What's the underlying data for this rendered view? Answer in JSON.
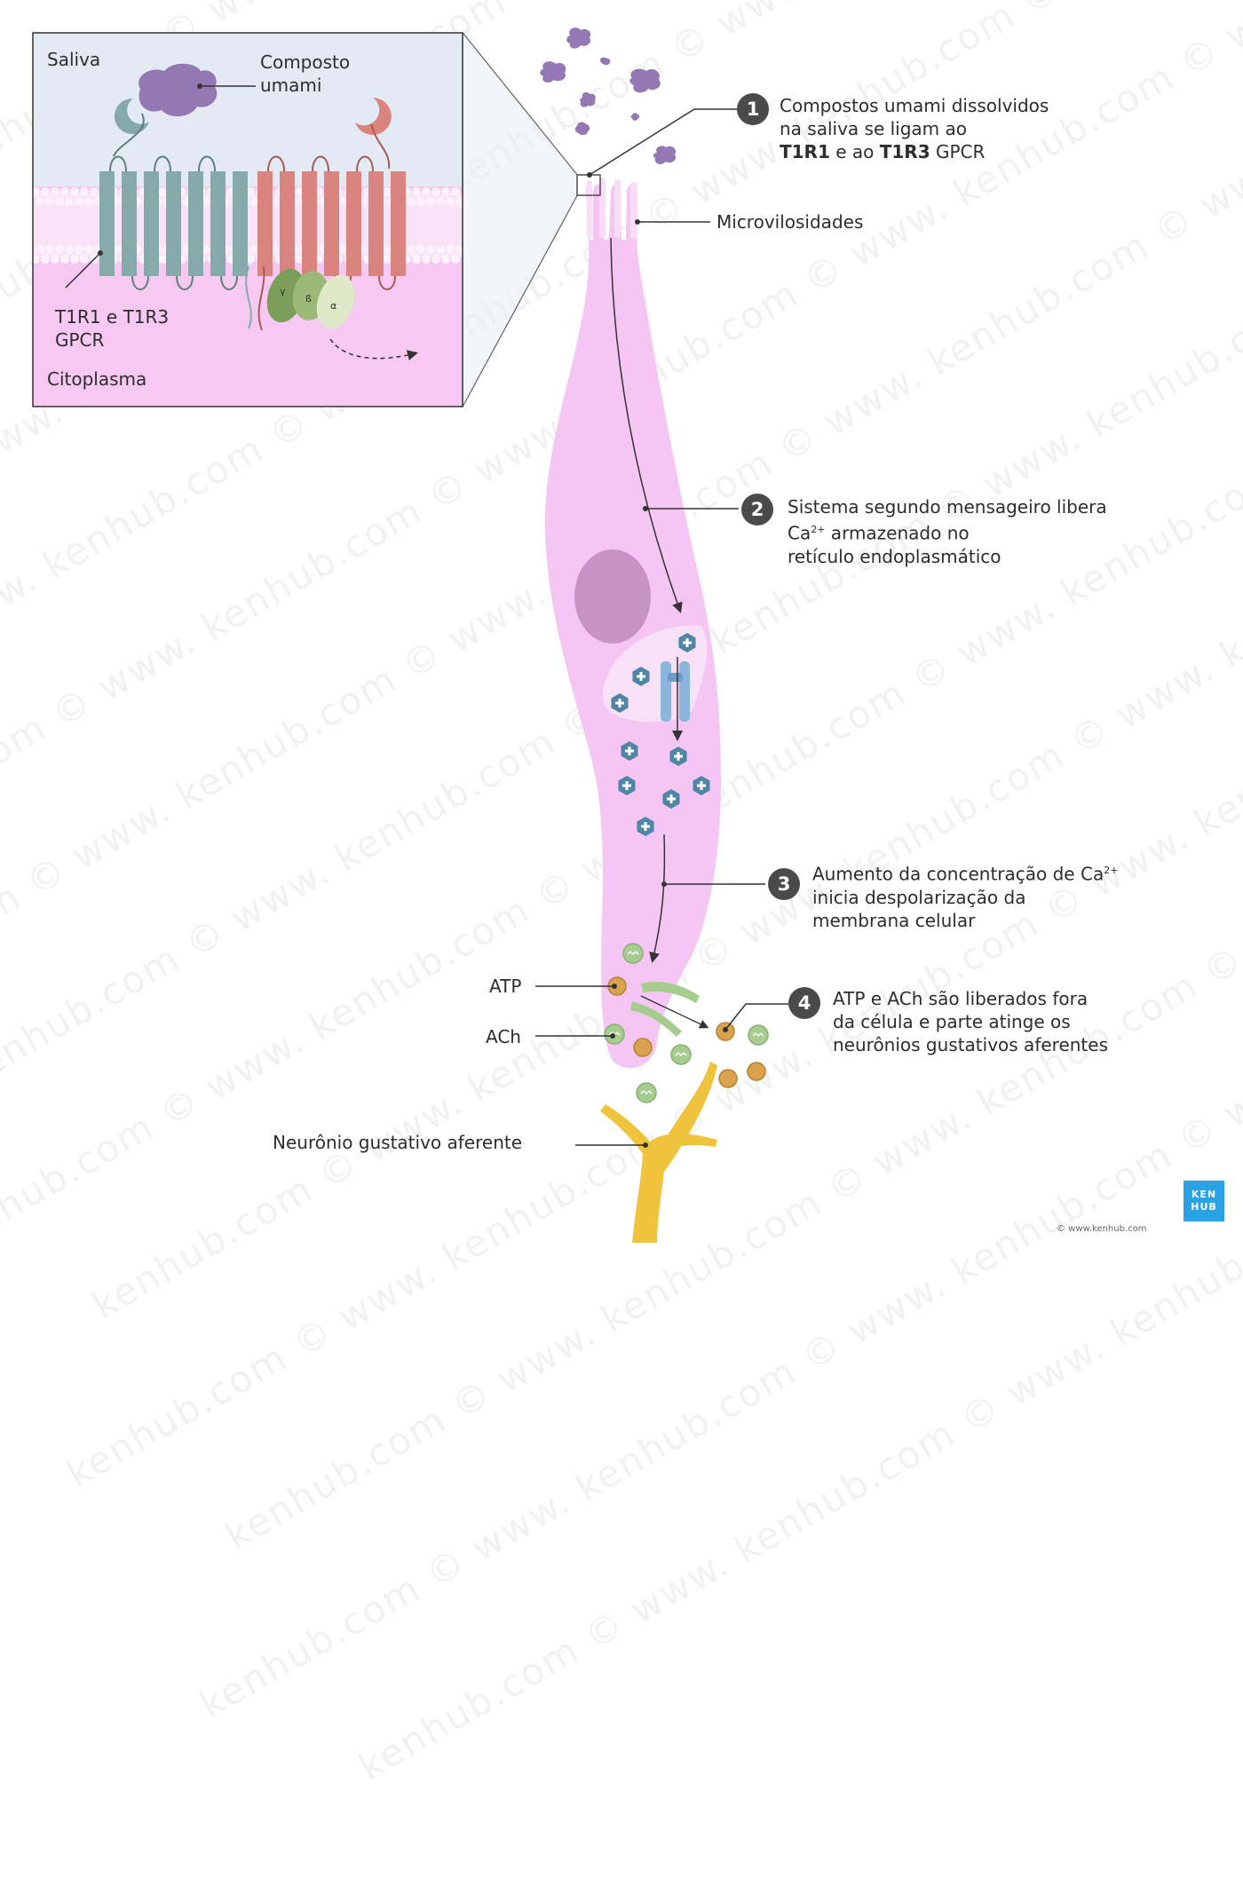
{
  "inset": {
    "saliva_label": "Saliva",
    "compound_label_line1": "Composto",
    "compound_label_line2": "umami",
    "receptor_label_line1": "T1R1 e T1R3",
    "receptor_label_line2": "GPCR",
    "cytoplasm_label": "Citoplasma",
    "g_subunits": [
      "γ",
      "ß",
      "α"
    ]
  },
  "labels": {
    "microvilli": "Microvilosidades",
    "atp": "ATP",
    "ach": "ACh",
    "neuron": "Neurônio gustativo aferente"
  },
  "steps": [
    {
      "number": "1",
      "line1": "Compostos umami dissolvidos",
      "line2": "na saliva se ligam ao",
      "line3_bold1": "T1R1",
      "line3_mid": " e ao ",
      "line3_bold2": "T1R3",
      "line3_end": " GPCR"
    },
    {
      "number": "2",
      "line1": "Sistema segundo mensageiro libera",
      "line2_pre": "Ca",
      "line2_sup": "2+",
      "line2_post": " armazenado no",
      "line3": "retículo endoplasmático"
    },
    {
      "number": "3",
      "line1_pre": "Aumento da concentração de Ca",
      "line1_sup": "2+",
      "line2": "inicia despolarização da",
      "line3": "membrana celular"
    },
    {
      "number": "4",
      "line1": "ATP e ACh são liberados fora",
      "line2": "da célula e parte atinge os",
      "line3": "neurônios gustativos aferentes"
    }
  ],
  "logo": {
    "line1": "KEN",
    "line2": "HUB"
  },
  "copyright": "© www.kenhub.com",
  "watermark": "kenhub.com © www.",
  "colors": {
    "cell": "#f5c6f3",
    "saliva": "#e3eaf3",
    "umami": "#9478b3",
    "t1r1": "#86aaa9",
    "t1r3": "#d9847e",
    "g_gamma": "#7c9e5b",
    "g_beta": "#9cb878",
    "g_alpha": "#dfe9c9",
    "calcium": "#4f86a5",
    "atp": "#d9a24e",
    "ach": "#a6cc90",
    "neuron": "#f0c33c"
  }
}
